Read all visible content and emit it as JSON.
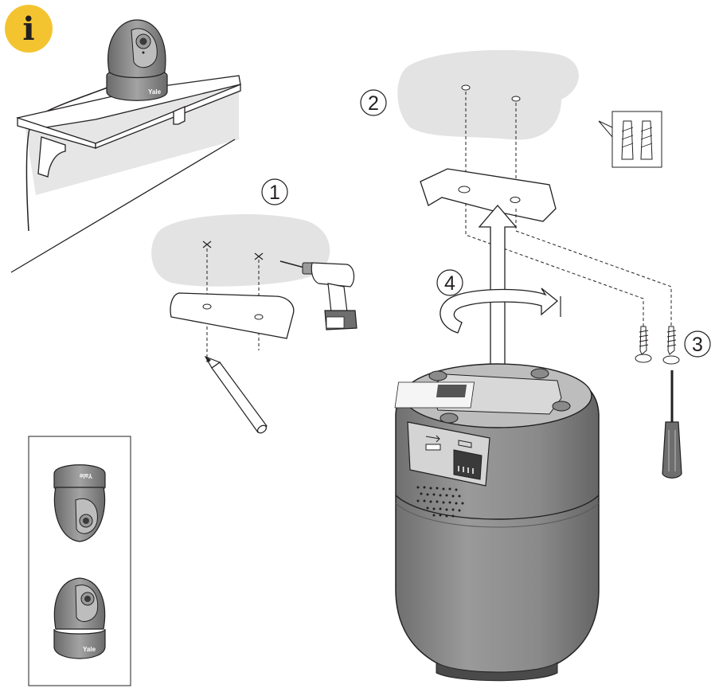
{
  "info_badge": {
    "symbol": "i",
    "color": "#f4c430"
  },
  "steps": [
    {
      "label": "1"
    },
    {
      "label": "2"
    },
    {
      "label": "3"
    },
    {
      "label": "4"
    }
  ],
  "brand_logo": "Yale",
  "colors": {
    "line": "#231f20",
    "wall_area": "#e3e3e3",
    "camera_body": "#8c8c8c",
    "camera_dark": "#5a5a5a",
    "drill_accent": "#6e6e6e"
  }
}
